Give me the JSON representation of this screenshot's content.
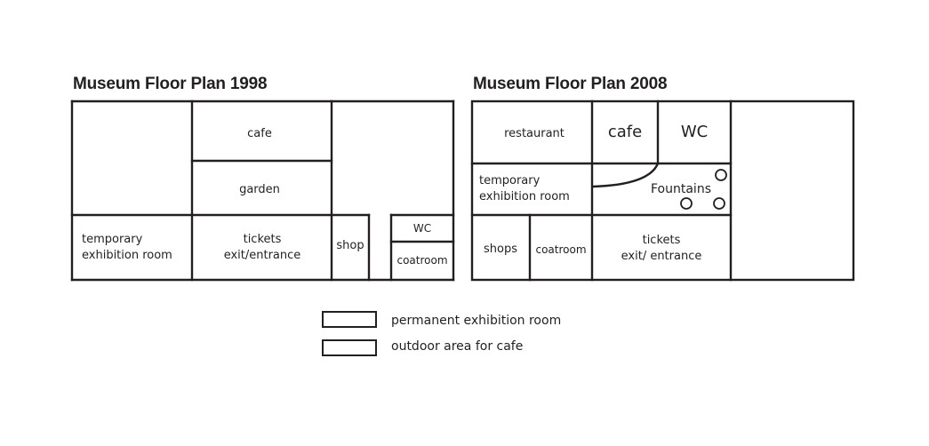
{
  "colors": {
    "line": "#231f20",
    "background": "#ffffff"
  },
  "plans": [
    {
      "title": "Museum Floor Plan 1998",
      "rooms": [
        {
          "id": "unlabeled-top-left",
          "label": ""
        },
        {
          "id": "cafe",
          "label": "cafe"
        },
        {
          "id": "garden",
          "label": "garden"
        },
        {
          "id": "unlabeled-top-right",
          "label": ""
        },
        {
          "id": "temporary-exhibition-room",
          "line1": "temporary",
          "line2": "exhibition room"
        },
        {
          "id": "tickets",
          "line1": "tickets",
          "line2": "exit/entrance"
        },
        {
          "id": "shop",
          "label": "shop"
        },
        {
          "id": "wc",
          "label": "WC"
        },
        {
          "id": "coatroom",
          "label": "coatroom"
        }
      ]
    },
    {
      "title": "Museum Floor Plan 2008",
      "rooms": [
        {
          "id": "restaurant",
          "label": "restaurant"
        },
        {
          "id": "cafe",
          "label": "cafe"
        },
        {
          "id": "wc",
          "label": "WC"
        },
        {
          "id": "unlabeled-right",
          "label": ""
        },
        {
          "id": "temporary-exhibition-room",
          "line1": "temporary",
          "line2": "exhibition room"
        },
        {
          "id": "fountains",
          "label": "Fountains"
        },
        {
          "id": "shops",
          "label": "shops"
        },
        {
          "id": "coatroom",
          "label": "coatroom"
        },
        {
          "id": "tickets",
          "line1": "tickets",
          "line2": "exit/ entrance"
        }
      ]
    }
  ],
  "legend": [
    {
      "symbol": "thick-outline-rectangle",
      "label": "permanent exhibition room"
    },
    {
      "symbol": "thin-outline-rectangle",
      "label": "outdoor area for cafe"
    }
  ]
}
